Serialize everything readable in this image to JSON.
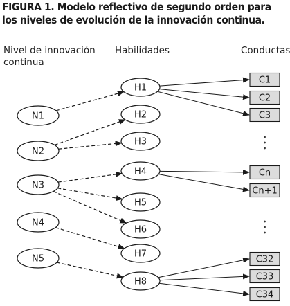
{
  "figure": {
    "title": "FIGURA 1. Modelo reflectivo de segundo orden para los niveles de evolución de la innovación continua."
  },
  "columns": {
    "niveles": "Nivel de innovación continua",
    "habilidades": "Habilidades",
    "conductas": "Conductas"
  },
  "levels": [
    "N1",
    "N2",
    "N3",
    "N4",
    "N5"
  ],
  "skills": [
    "H1",
    "H2",
    "H3",
    "H4",
    "H5",
    "H6",
    "H7",
    "H8"
  ],
  "behaviors": [
    "C1",
    "C2",
    "C3",
    "Cn",
    "Cn+1",
    "C32",
    "C33",
    "C34"
  ],
  "ellipsis_marker": "⋮",
  "level_to_skill_links": [
    [
      "N1",
      "H1"
    ],
    [
      "N2",
      "H2"
    ],
    [
      "N2",
      "H3"
    ],
    [
      "N3",
      "H4"
    ],
    [
      "N3",
      "H5"
    ],
    [
      "N3",
      "H6"
    ],
    [
      "N4",
      "H7"
    ],
    [
      "N5",
      "H8"
    ]
  ],
  "skill_to_behavior_links": [
    [
      "H1",
      "C1"
    ],
    [
      "H1",
      "C2"
    ],
    [
      "H1",
      "C3"
    ],
    [
      "H4",
      "Cn"
    ],
    [
      "H4",
      "Cn+1"
    ],
    [
      "H8",
      "C32"
    ],
    [
      "H8",
      "C33"
    ],
    [
      "H8",
      "C34"
    ]
  ],
  "style": {
    "box_fill": "#dcdcdc",
    "stroke": "#1a1a1a",
    "background": "#ffffff"
  }
}
